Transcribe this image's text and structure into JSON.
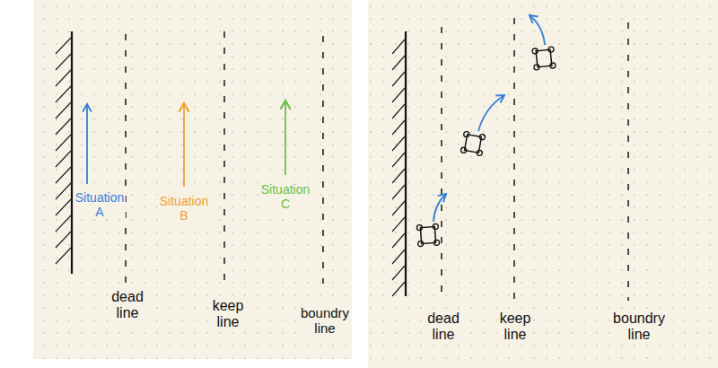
{
  "diagram": {
    "labels": [
      "Situation A",
      "Situation B",
      "Situation C",
      "dead line",
      "keep line",
      "boundry line",
      "dead line",
      "keep line",
      "boundry line"
    ]
  }
}
